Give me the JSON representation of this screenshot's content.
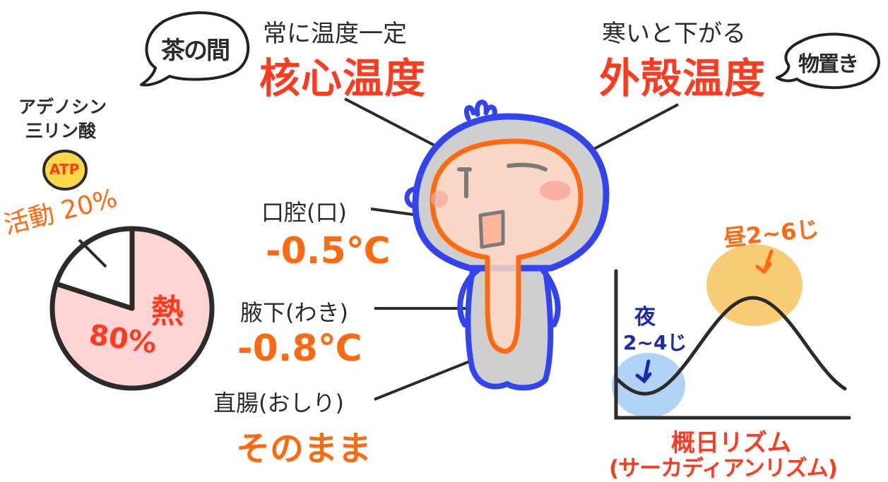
{
  "bubble_left": "茶の間",
  "bubble_right": "物置き",
  "core": {
    "caption": "常に温度一定",
    "label": "核心温度"
  },
  "shell": {
    "caption": "寒いと下がる",
    "label": "外殻温度"
  },
  "atp": {
    "name_line1": "アデノシン",
    "name_line2": "三リン酸",
    "badge": "ATP"
  },
  "pie": {
    "activity_label": "活動 20%",
    "heat_label": "熱",
    "heat_percent": "80%",
    "activity_fraction": 0.2,
    "heat_fraction": 0.8
  },
  "measurements": [
    {
      "site": "口腔(口)",
      "offset": "-0.5℃"
    },
    {
      "site": "腋下(わき)",
      "offset": "-0.8℃"
    },
    {
      "site": "直腸(おしり)",
      "offset": "そのまま"
    }
  ],
  "circadian": {
    "title": "概日リズム",
    "subtitle": "(サーカディアンリズム)",
    "peak_label": "昼2~6じ",
    "night_word": "夜",
    "night_time": "2~4じ"
  },
  "colors": {
    "red": "#ff3b1f",
    "orange": "#ff6a10",
    "blue_outline": "#3344ee",
    "pie_pink": "#ffd4d4",
    "peak_glow": "#f7c35c",
    "night_glow": "#a9cff5"
  }
}
